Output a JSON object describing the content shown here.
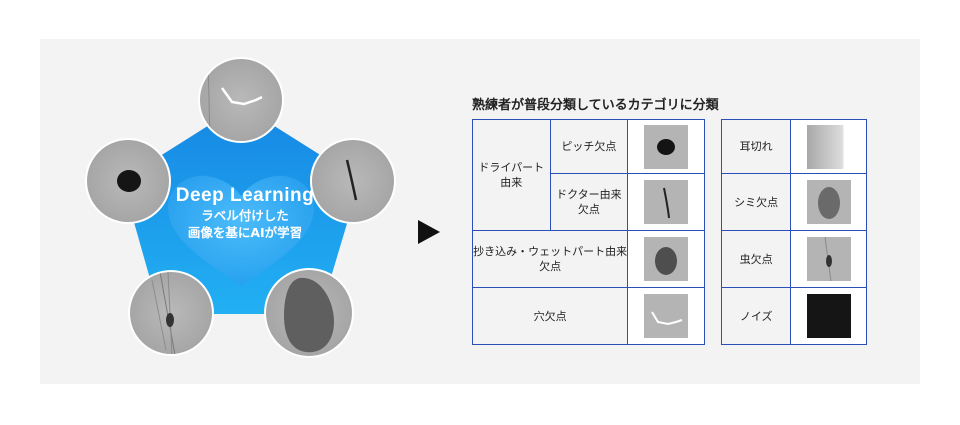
{
  "center": {
    "title": "Deep Learning",
    "line1": "ラベル付けした",
    "line2": "画像を基にAIが学習"
  },
  "heading": "熟練者が普段分類しているカテゴリに分類",
  "table_left": {
    "group_label": "ドライパート\n由来",
    "pitch": "ピッチ欠点",
    "doctor": "ドクター由来\n欠点",
    "wet": "抄き込み・ウェットパート由来\n欠点",
    "hole": "穴欠点"
  },
  "table_right": {
    "ear": "耳切れ",
    "stain": "シミ欠点",
    "bug": "虫欠点",
    "noise": "ノイズ"
  },
  "colors": {
    "accent_blue": "#2b4eb8",
    "pentagon_top": "#1a8fe6",
    "pentagon_bottom": "#1fa9f0"
  }
}
